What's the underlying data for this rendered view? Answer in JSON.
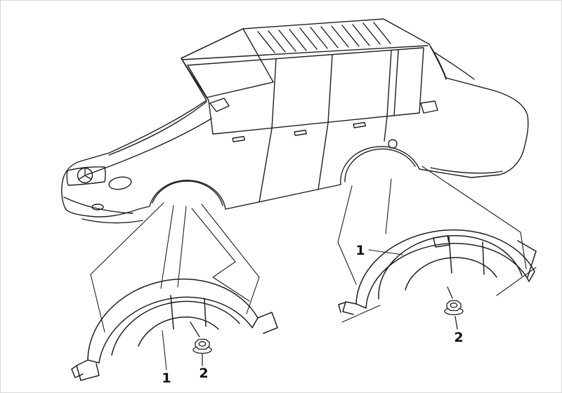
{
  "figure": {
    "background": "#ffffff",
    "stroke_color": "#1f1f1f",
    "label_color": "#111111",
    "icons": {
      "fastener": "hex-nut-icon",
      "vehicle": "suv-body-outline",
      "part": "wheel-arch-liner-shape"
    },
    "callouts": {
      "front_liner": {
        "part": "1",
        "fastener": "2"
      },
      "rear_liner": {
        "part": "1",
        "fastener": "2"
      }
    }
  }
}
